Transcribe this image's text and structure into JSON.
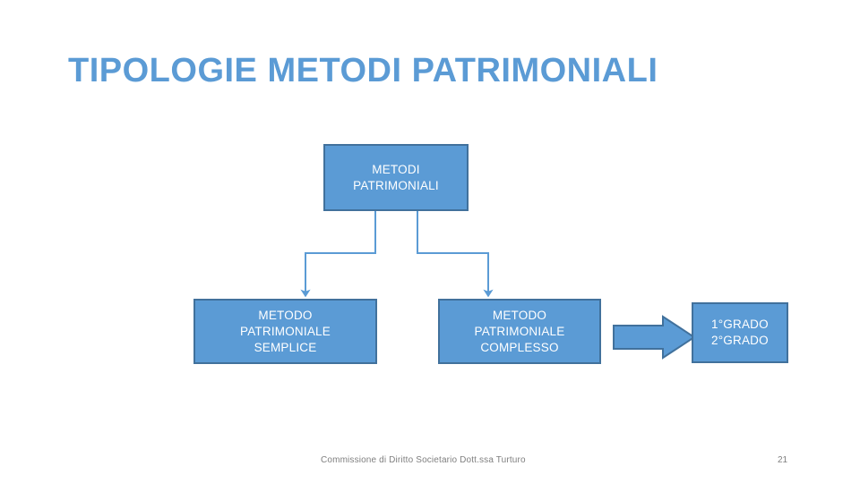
{
  "slide": {
    "title": "TIPOLOGIE METODI PATRIMONIALI",
    "page_number": "21",
    "footer_note": "Commissione di Diritto Societario Dott.ssa Turturo",
    "background_color": "#FFFFFF",
    "title_color": "#5B9BD5"
  },
  "diagram": {
    "node_fill_color": "#5B9BD5",
    "node_border_color": "#41719C",
    "node_text_color": "#FFFFFF",
    "connector_color": "#5B9BD5",
    "root": {
      "lines": [
        "METODI",
        "PATRIMONIALI"
      ]
    },
    "children": [
      {
        "id": "simple",
        "lines": [
          "METODO",
          "PATRIMONIALE",
          "SEMPLICE"
        ]
      },
      {
        "id": "complex",
        "lines": [
          "METODO",
          "PATRIMONIALE",
          "COMPLESSO"
        ]
      }
    ],
    "grades": {
      "lines": [
        "1°GRADO",
        "2°GRADO"
      ]
    },
    "block_arrow": {
      "direction": "right",
      "fill_color": "#5B9BD5",
      "border_color": "#41719C"
    }
  }
}
